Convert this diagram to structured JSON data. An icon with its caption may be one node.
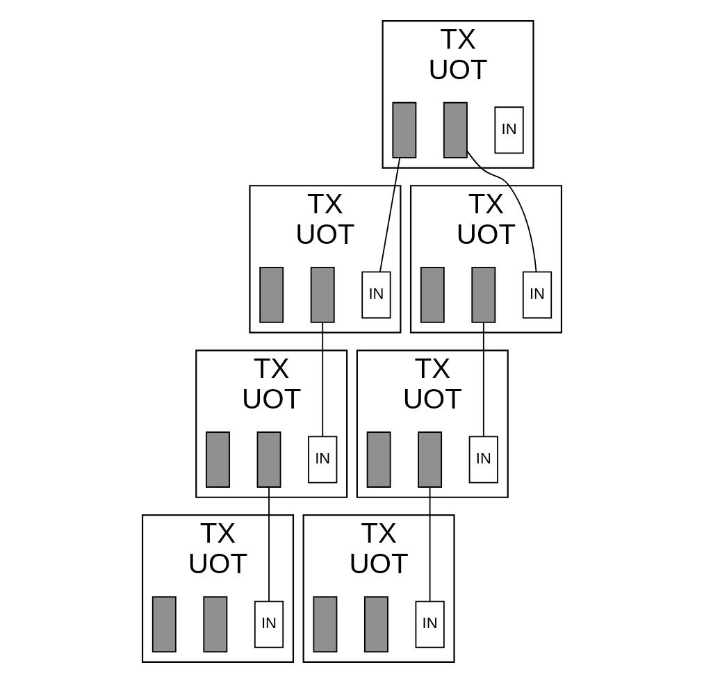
{
  "diagram": {
    "nodes": [
      {
        "text": [
          "TX",
          "UOT"
        ]
      },
      {
        "text": [],
        "shape": "bar",
        "in": 0
      },
      {
        "text": [],
        "shape": "bar",
        "in": 0
      },
      {
        "text": [
          "IN"
        ],
        "in": 0
      },
      {
        "text": [
          "TX",
          "UOT"
        ]
      },
      {
        "text": [],
        "shape": "bar",
        "in": 4
      },
      {
        "text": [],
        "shape": "bar",
        "in": 4
      },
      {
        "text": [
          "IN"
        ],
        "in": 4
      },
      {
        "text": [
          "TX",
          "UOT"
        ]
      },
      {
        "text": [],
        "shape": "bar",
        "in": 8
      },
      {
        "text": [],
        "shape": "bar",
        "in": 8
      },
      {
        "text": [
          "IN"
        ],
        "in": 8
      },
      {
        "text": [
          "TX",
          "UOT"
        ]
      },
      {
        "text": [],
        "shape": "bar",
        "in": 12
      },
      {
        "text": [],
        "shape": "bar",
        "in": 12
      },
      {
        "text": [
          "IN"
        ],
        "in": 12
      },
      {
        "text": [
          "TX",
          "UOT"
        ]
      },
      {
        "text": [],
        "shape": "bar",
        "in": 16
      },
      {
        "text": [],
        "shape": "bar",
        "in": 16
      },
      {
        "text": [
          "IN"
        ],
        "in": 16
      },
      {
        "text": [
          "TX",
          "UOT"
        ]
      },
      {
        "text": [],
        "shape": "bar",
        "in": 20
      },
      {
        "text": [],
        "shape": "bar",
        "in": 20
      },
      {
        "text": [
          "IN"
        ],
        "in": 20
      },
      {
        "text": [
          "TX",
          "UOT"
        ]
      },
      {
        "text": [],
        "shape": "bar",
        "in": 24
      },
      {
        "text": [],
        "shape": "bar",
        "in": 24
      },
      {
        "text": [
          "IN"
        ],
        "in": 24
      }
    ],
    "edges": [
      {
        "from": 1,
        "to": 7,
        "arrow": "none"
      },
      {
        "from": 2,
        "to": 11,
        "arrow": "none"
      },
      {
        "from": 6,
        "to": 15,
        "arrow": "none"
      },
      {
        "from": 10,
        "to": 23,
        "arrow": "none"
      },
      {
        "from": 14,
        "to": 19,
        "arrow": "none"
      },
      {
        "from": 22,
        "to": 27,
        "arrow": "none"
      }
    ]
  }
}
